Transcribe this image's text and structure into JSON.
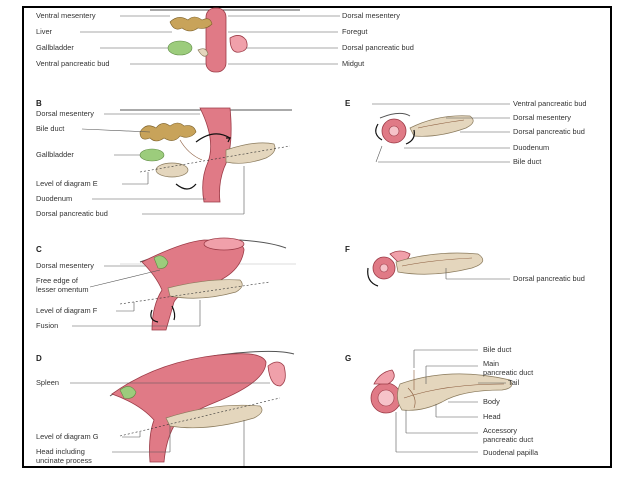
{
  "panels": {
    "a": {
      "labels_left": [
        "Ventral mesentery",
        "Liver",
        "Gallbladder",
        "Ventral pancreatic bud"
      ],
      "labels_right": [
        "Dorsal mesentery",
        "Foregut",
        "Dorsal pancreatic bud",
        "Midgut"
      ]
    },
    "b": {
      "letter": "B",
      "labels_left": [
        "Dorsal mesentery",
        "Bile duct",
        "Gallbladder",
        "Level of diagram E",
        "Duodenum",
        "Dorsal pancreatic bud"
      ]
    },
    "c": {
      "letter": "C",
      "labels_left": [
        "Dorsal mesentery",
        "Free edge of",
        "lesser omentum",
        "Level of diagram F",
        "Fusion"
      ]
    },
    "d": {
      "letter": "D",
      "labels_left": [
        "Spleen",
        "Level of diagram G",
        "Head including",
        "uncinate process"
      ]
    },
    "e": {
      "letter": "E",
      "labels_right": [
        "Ventral pancreatic bud",
        "Dorsal mesentery",
        "Dorsal pancreatic bud",
        "Duodenum",
        "Bile duct"
      ]
    },
    "f": {
      "letter": "F",
      "labels_right": [
        "Dorsal pancreatic bud"
      ]
    },
    "g": {
      "letter": "G",
      "labels_right": [
        "Bile duct",
        "Main",
        "pancreatic duct",
        "Tail",
        "Body",
        "Head",
        "Accessory",
        "pancreatic duct",
        "Duodenal papilla"
      ]
    }
  }
}
